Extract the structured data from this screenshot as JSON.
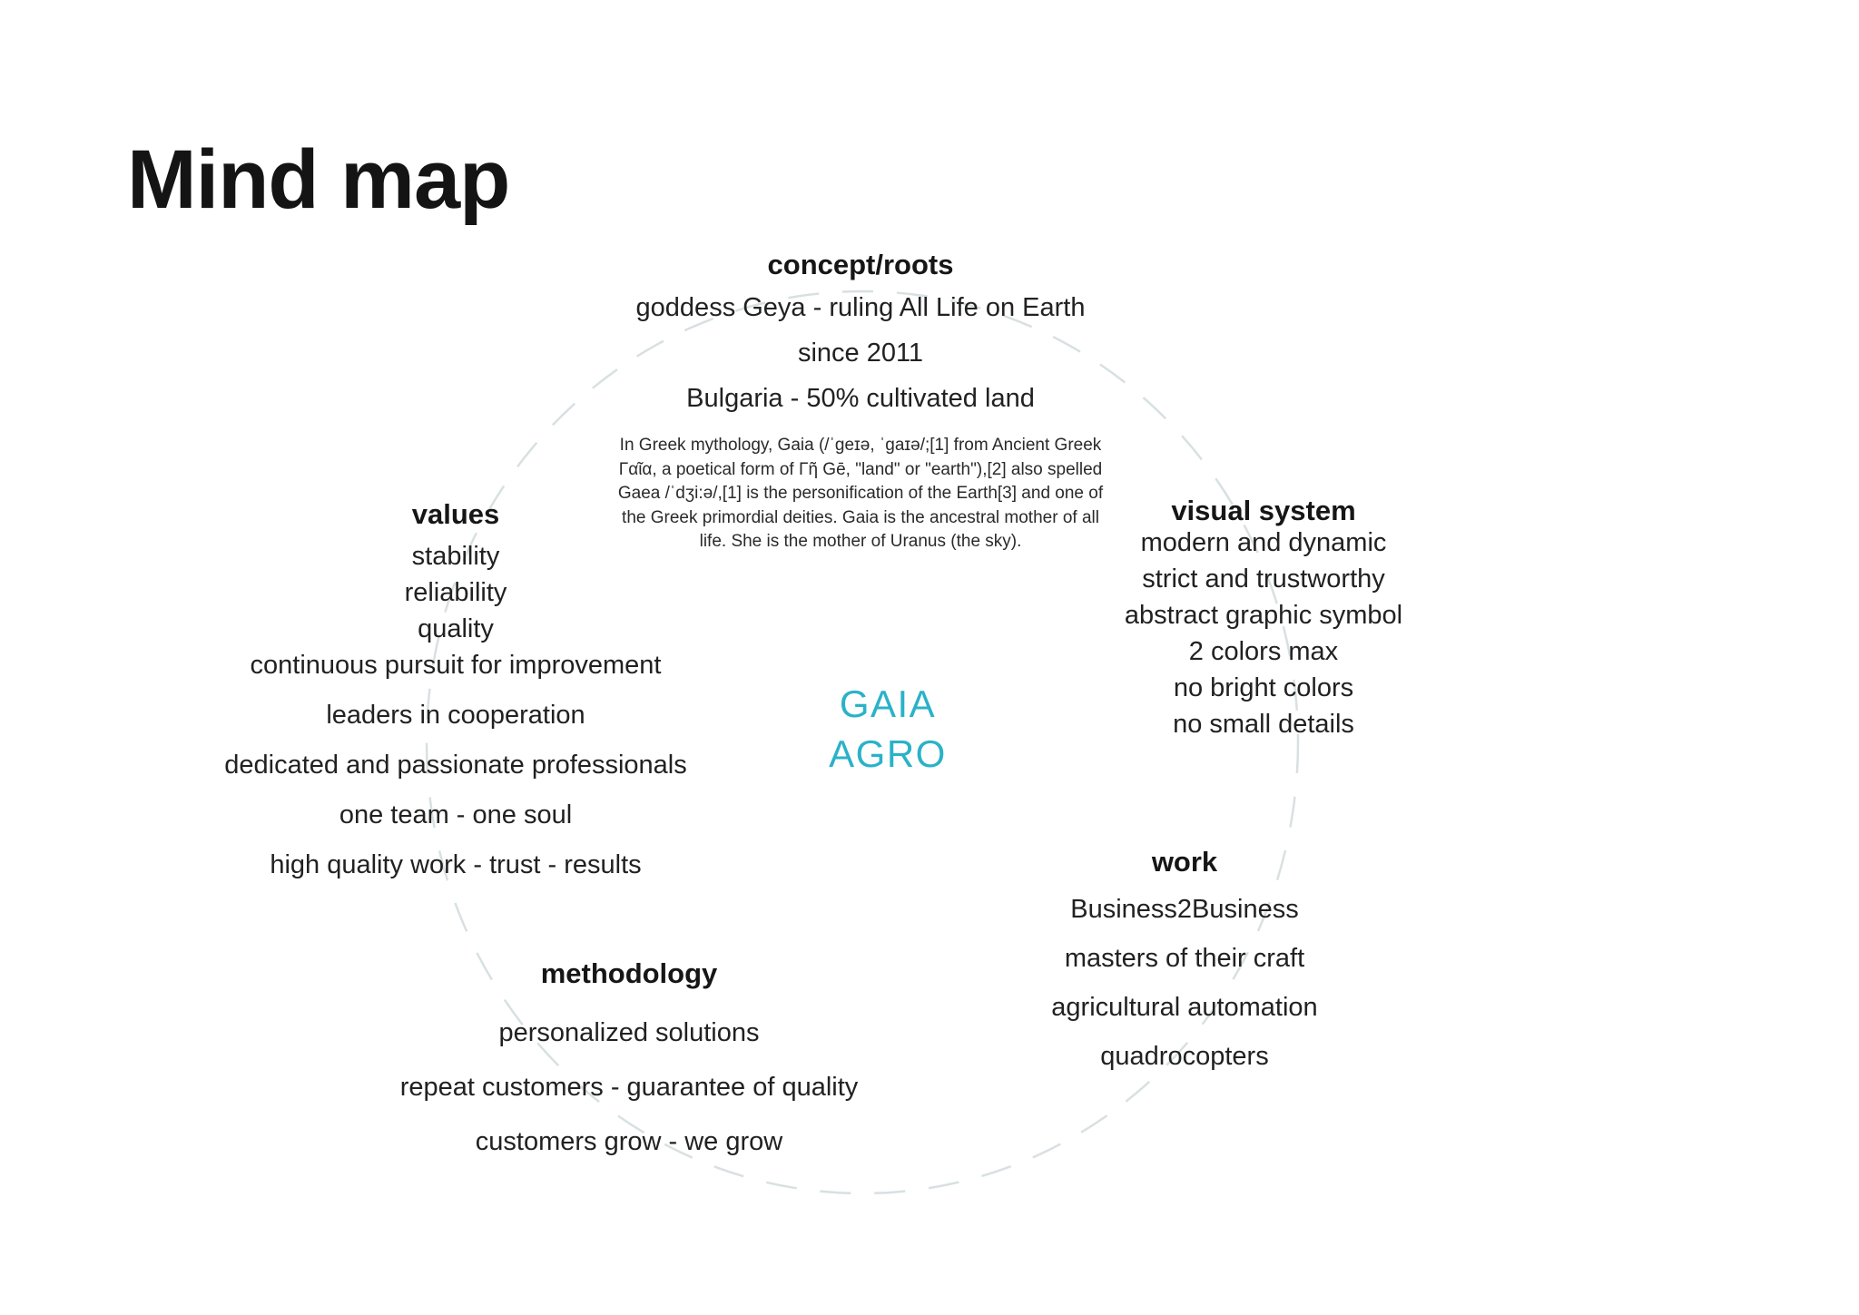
{
  "page": {
    "title": "Mind map",
    "background_color": "#ffffff",
    "text_color": "#1e1e1e"
  },
  "circle": {
    "stroke_color": "#d8e0e2"
  },
  "center_logo": {
    "line1": "GAIA",
    "line2": "AGRO",
    "color": "#2ab2c8"
  },
  "sections": {
    "concept": {
      "heading": "concept/roots",
      "items": [
        "goddess Geya - ruling All Life on Earth",
        "since 2011",
        "Bulgaria - 50% cultivated land"
      ],
      "note": "In Greek mythology, Gaia (/ˈgeɪə, ˈgaɪə/;[1] from Ancient Greek Γαῖα, a poetical form of Γῆ Gē, \"land\" or \"earth\"),[2] also spelled Gaea /ˈdʒi:ə/,[1] is the personification of the Earth[3] and one of the Greek primordial deities. Gaia is the ancestral mother of all life. She is the mother of Uranus (the sky)."
    },
    "values": {
      "heading": "values",
      "items": [
        "stability",
        "reliability",
        "quality",
        "continuous pursuit for improvement",
        "leaders in cooperation",
        "dedicated and passionate professionals",
        "one team - one soul",
        "high quality work - trust - results"
      ]
    },
    "visual_system": {
      "heading": "visual system",
      "items": [
        "modern and dynamic",
        "strict and trustworthy",
        "abstract graphic symbol",
        "2 colors max",
        "no bright colors",
        "no small details"
      ]
    },
    "work": {
      "heading": "work",
      "items": [
        "Business2Business",
        "masters of their craft",
        "agricultural automation",
        "quadrocopters"
      ]
    },
    "methodology": {
      "heading": "methodology",
      "items": [
        "personalized solutions",
        "repeat customers - guarantee of quality",
        "customers grow - we grow"
      ]
    }
  }
}
